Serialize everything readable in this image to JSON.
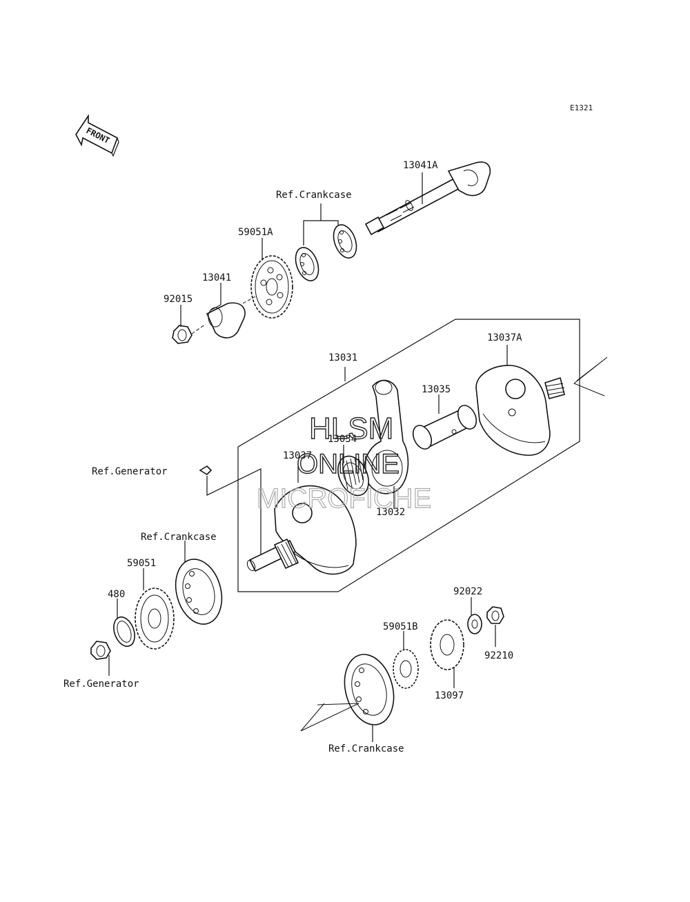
{
  "diagram_code": "E1321",
  "front_label": "FRONT",
  "watermark": {
    "line1": "HLSM",
    "line2": "ONLINE",
    "line3": "MICROFICHE"
  },
  "labels": {
    "p13041A": "13041A",
    "ref_crankcase_top": "Ref.Crankcase",
    "p59051A": "59051A",
    "p13041": "13041",
    "p92015": "92015",
    "p13031": "13031",
    "p13037A": "13037A",
    "p13035": "13035",
    "p13034": "13034",
    "p13037": "13037",
    "p13032": "13032",
    "ref_generator_mid": "Ref.Generator",
    "ref_crankcase_mid": "Ref.Crankcase",
    "p59051": "59051",
    "p480": "480",
    "ref_generator_bottom": "Ref.Generator",
    "p92022": "92022",
    "p59051B": "59051B",
    "p92210": "92210",
    "p13097": "13097",
    "ref_crankcase_bottom": "Ref.Crankcase"
  }
}
